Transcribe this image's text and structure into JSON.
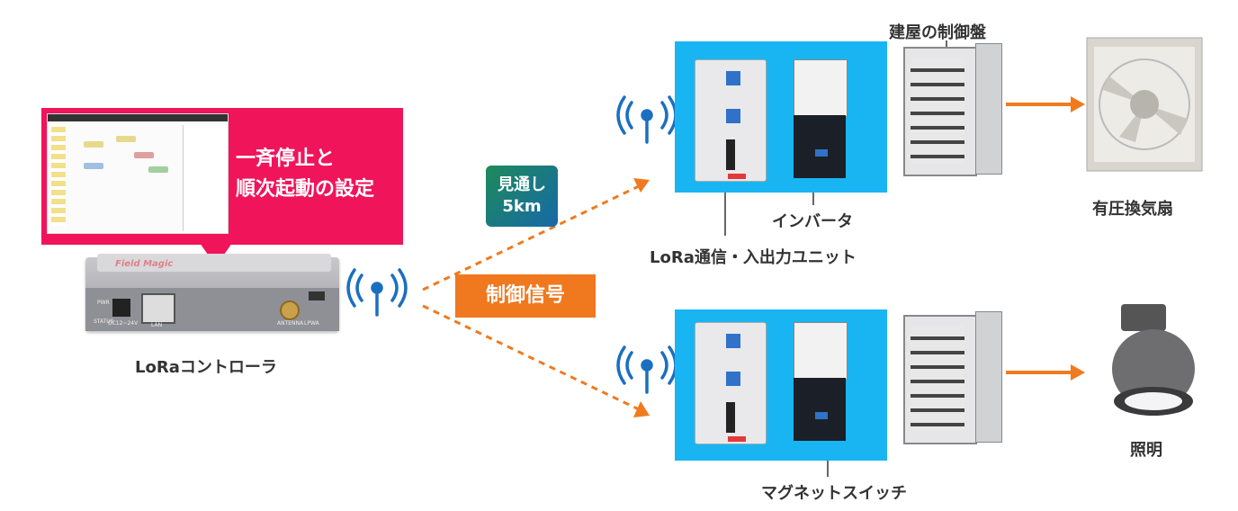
{
  "callout": {
    "line1": "一斉停止と",
    "line2": "順次起動の設定"
  },
  "controller": {
    "label": "LoRaコントローラ",
    "brand": "Field Magic",
    "port_pwr": "PWR",
    "port_status": "STATUS",
    "port_dc": "DC12~24V",
    "port_lan": "LAN",
    "port_antenna": "ANTENNA",
    "port_lpwa": "LPWA"
  },
  "badges": {
    "los_line1": "見通し",
    "los_line2": "5km",
    "signal": "制御信号"
  },
  "labels": {
    "panel": "建屋の制御盤",
    "inverter": "インバータ",
    "lora_unit": "LoRa通信・入出力ユニット",
    "fan": "有圧換気扇",
    "magnet_switch": "マグネットスイッチ",
    "lighting": "照明"
  },
  "colors": {
    "pink": "#f0145a",
    "blue": "#19b5f2",
    "orange": "#f0781e",
    "green_start": "#1e8a5a",
    "green_end": "#1769a8"
  },
  "icons": [
    "wifi-antenna-icon",
    "wifi-antenna-icon",
    "wifi-antenna-icon"
  ]
}
